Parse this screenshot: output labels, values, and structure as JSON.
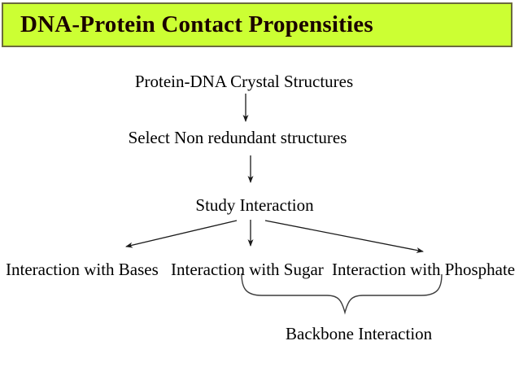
{
  "slide": {
    "title": "DNA-Protein Contact Propensities"
  },
  "colors": {
    "title_bar_bg": "#ccff33",
    "title_bar_border": "#6b6b3d",
    "title_text": "#1a0000",
    "body_text": "#000000",
    "arrow": "#1a1a1a"
  },
  "flowchart": {
    "nodes": [
      {
        "id": "crystal-structures",
        "label": "Protein-DNA Crystal Structures"
      },
      {
        "id": "select-nonredundant",
        "label": "Select Non redundant structures"
      },
      {
        "id": "study-interaction",
        "label": "Study Interaction"
      },
      {
        "id": "interaction-bases",
        "label": "Interaction with Bases"
      },
      {
        "id": "interaction-sugar",
        "label": "Interaction with Sugar"
      },
      {
        "id": "interaction-phosphate",
        "label": "Interaction with Phosphate"
      },
      {
        "id": "backbone-interaction",
        "label": "Backbone Interaction"
      }
    ],
    "edges": [
      {
        "from": "crystal-structures",
        "to": "select-nonredundant"
      },
      {
        "from": "select-nonredundant",
        "to": "study-interaction"
      },
      {
        "from": "study-interaction",
        "to": "interaction-bases"
      },
      {
        "from": "study-interaction",
        "to": "interaction-sugar"
      },
      {
        "from": "study-interaction",
        "to": "interaction-phosphate"
      },
      {
        "from": "brace-sugar-phosphate",
        "to": "backbone-interaction"
      }
    ]
  }
}
